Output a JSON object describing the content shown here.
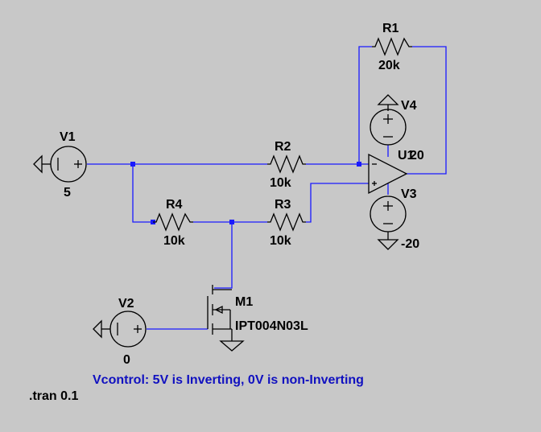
{
  "components": {
    "R1": {
      "name": "R1",
      "value": "20k"
    },
    "R2": {
      "name": "R2",
      "value": "10k"
    },
    "R3": {
      "name": "R3",
      "value": "10k"
    },
    "R4": {
      "name": "R4",
      "value": "10k"
    },
    "V1": {
      "name": "V1",
      "value": "5"
    },
    "V2": {
      "name": "V2",
      "value": "0"
    },
    "V3": {
      "name": "V3",
      "value": "-20"
    },
    "V4": {
      "name": "V4",
      "value": "20"
    },
    "U1": {
      "name": "U1"
    },
    "M1": {
      "name": "M1",
      "model": "IPT004N03L"
    }
  },
  "note": "Vcontrol: 5V is Inverting, 0V is non-Inverting",
  "directive": ".tran 0.1",
  "colors": {
    "wire": "#1a1aff",
    "background": "#c8c8c8",
    "note": "#1010c0"
  }
}
